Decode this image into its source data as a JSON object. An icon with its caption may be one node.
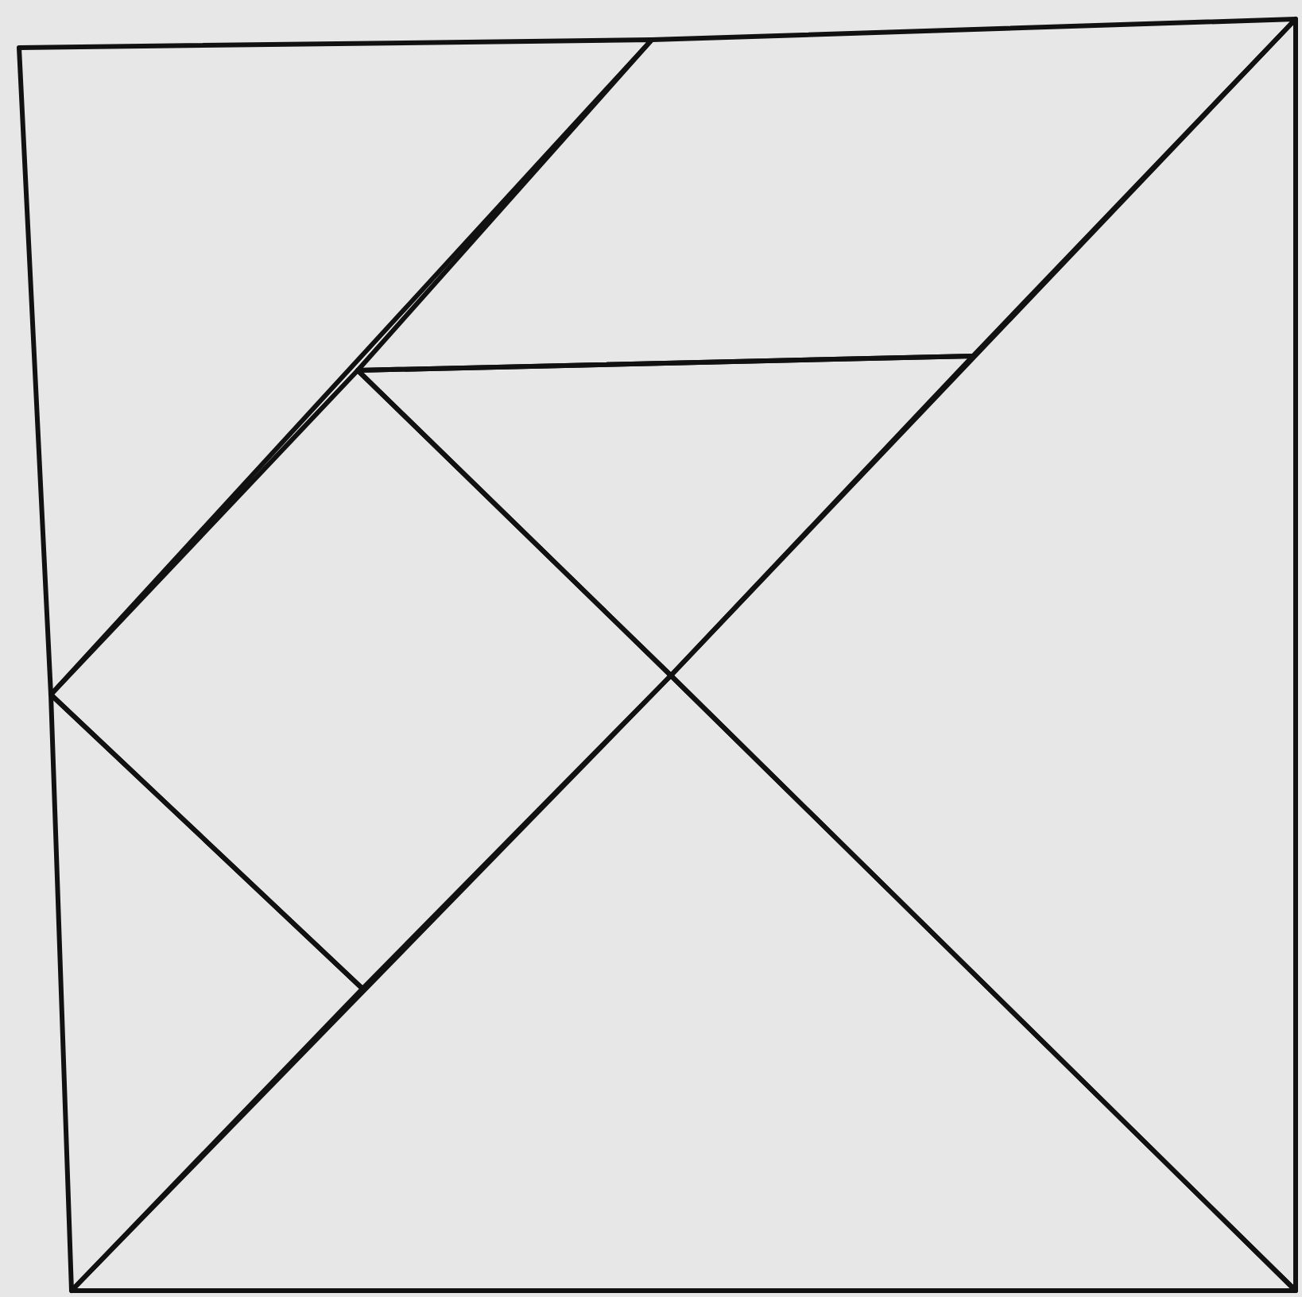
{
  "diagram": {
    "nodes": [
      {
        "text": [],
        "shape": "triangle"
      },
      {
        "text": [],
        "shape": "parallelogram"
      },
      {
        "text": [],
        "shape": "triangle"
      },
      {
        "text": [],
        "shape": "diamond"
      },
      {
        "text": [],
        "shape": "triangle"
      },
      {
        "text": [],
        "shape": "triangle"
      },
      {
        "text": [],
        "shape": "triangle"
      }
    ]
  }
}
